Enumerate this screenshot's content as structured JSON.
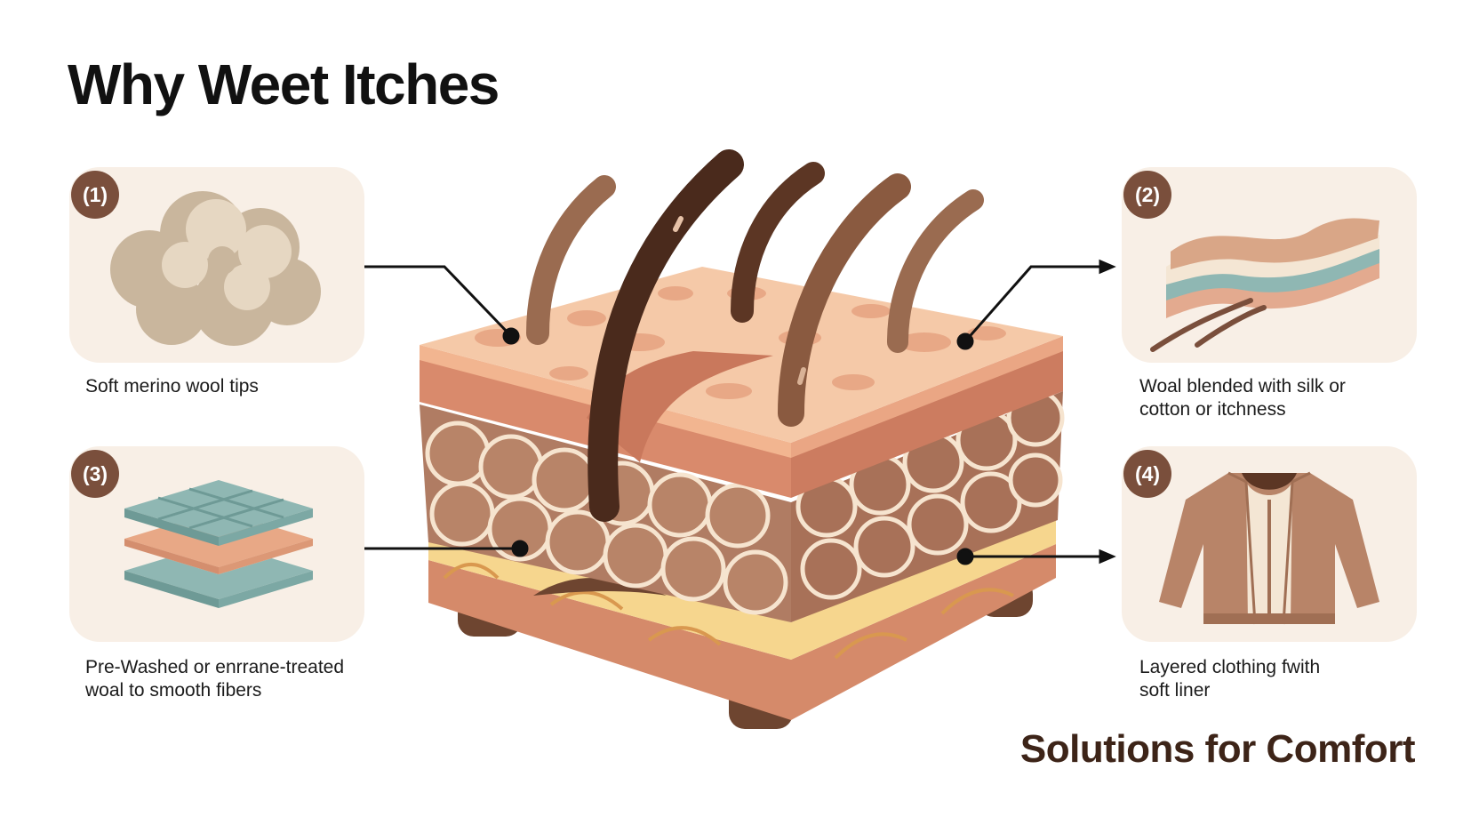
{
  "title": "Why Weet Itches",
  "footer_title": "Solutions for Comfort",
  "colors": {
    "card_bg": "#f8efe6",
    "badge": "#7a4f3c",
    "title": "#111111",
    "footer_title": "#3d2418",
    "skin_top": "#f5c9a8",
    "dermis": "#b88468",
    "fat": "#f6d68e",
    "hair_dark": "#4a2a1c",
    "hair_light": "#9a6b50"
  },
  "cards": [
    {
      "id": "1",
      "badge": "(1)",
      "icon": "merino-wool-tuft-icon",
      "caption_lines": [
        "Soft merino wool tips"
      ]
    },
    {
      "id": "2",
      "badge": "(2)",
      "icon": "silk-cotton-layers-icon",
      "caption_lines": [
        "Woal blended with silk or",
        "cotton or itchness"
      ]
    },
    {
      "id": "3",
      "badge": "(3)",
      "icon": "stacked-fabric-layers-icon",
      "caption_lines": [
        "Pre-Washed or enrrane-treated",
        "woal to smooth fibers"
      ]
    },
    {
      "id": "4",
      "badge": "(4)",
      "icon": "jacket-icon",
      "caption_lines": [
        "Layered clothing fwith",
        "soft liner"
      ]
    }
  ]
}
